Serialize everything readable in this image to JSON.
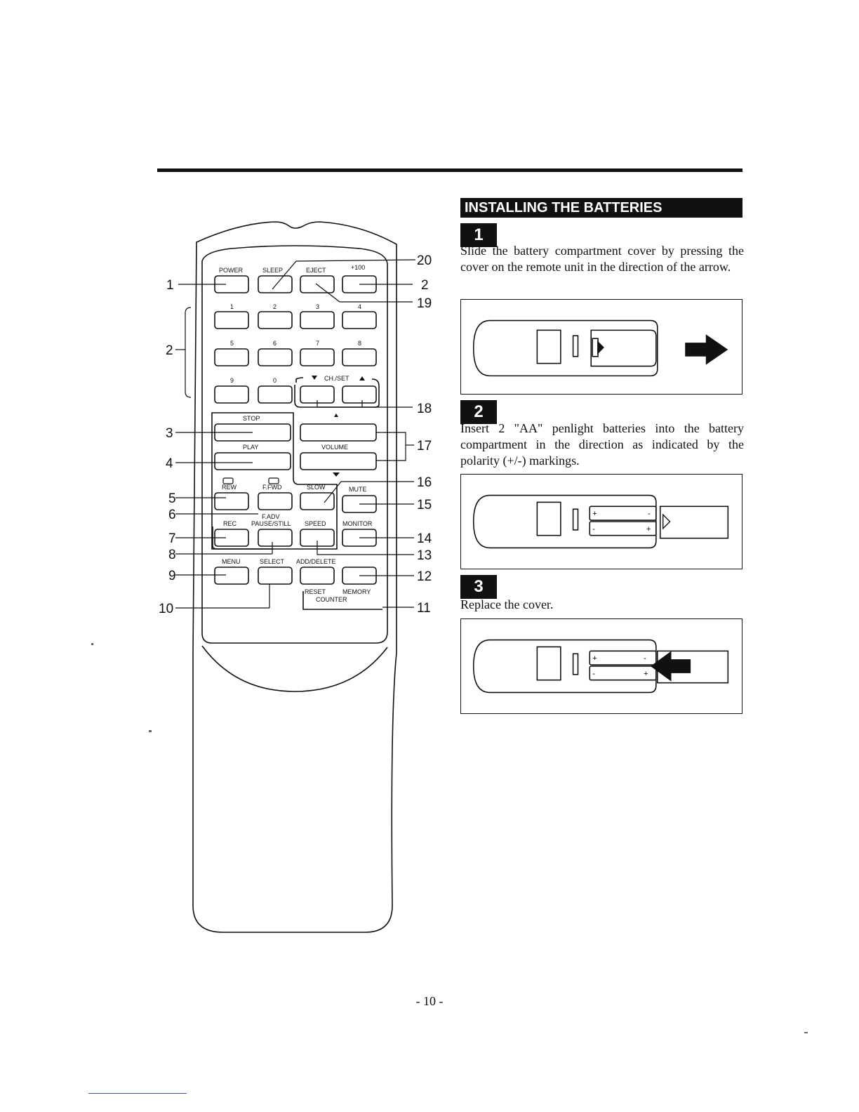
{
  "remote": {
    "buttons": {
      "power": "POWER",
      "sleep": "SLEEP",
      "eject": "EJECT",
      "plus100": "+100",
      "n1": "1",
      "n2": "2",
      "n3": "3",
      "n4": "4",
      "n5": "5",
      "n6": "6",
      "n7": "7",
      "n8": "8",
      "n9": "9",
      "n0": "0",
      "chset": "CH./SET",
      "stop": "STOP",
      "play": "PLAY",
      "volume": "VOLUME",
      "rew": "REW",
      "ffwd": "F.FWD",
      "slow": "SLOW",
      "mute": "MUTE",
      "fadv": "F.ADV",
      "rec": "REC",
      "pause": "PAUSE/STILL",
      "speed": "SPEED",
      "monitor": "MONITOR",
      "menu": "MENU",
      "select": "SELECT",
      "adddelete": "ADD/DELETE",
      "reset": "RESET",
      "memory": "MEMORY",
      "counter": "COUNTER"
    },
    "callouts": {
      "c1": "1",
      "c2": "2",
      "c3": "3",
      "c4": "4",
      "c5": "5",
      "c6": "6",
      "c7": "7",
      "c8": "8",
      "c9": "9",
      "c10": "10",
      "c11": "11",
      "c12": "12",
      "c13": "13",
      "c14": "14",
      "c15": "15",
      "c16": "16",
      "c17": "17",
      "c18": "18",
      "c19": "19",
      "c20": "20"
    }
  },
  "section": {
    "title": "INSTALLING THE BATTERIES",
    "steps": [
      {
        "number": "1",
        "text": "Slide the battery compartment cover by pressing the cover on the remote unit in the direction of the arrow."
      },
      {
        "number": "2",
        "text": "Insert 2 \"AA\" penlight batteries into the battery compartment in the direction as indicated by the polarity (+/-) markings."
      },
      {
        "number": "3",
        "text": "Replace the cover."
      }
    ],
    "polarity": {
      "plus": "+",
      "minus": "-"
    }
  },
  "page": {
    "number": "- 10 -"
  }
}
